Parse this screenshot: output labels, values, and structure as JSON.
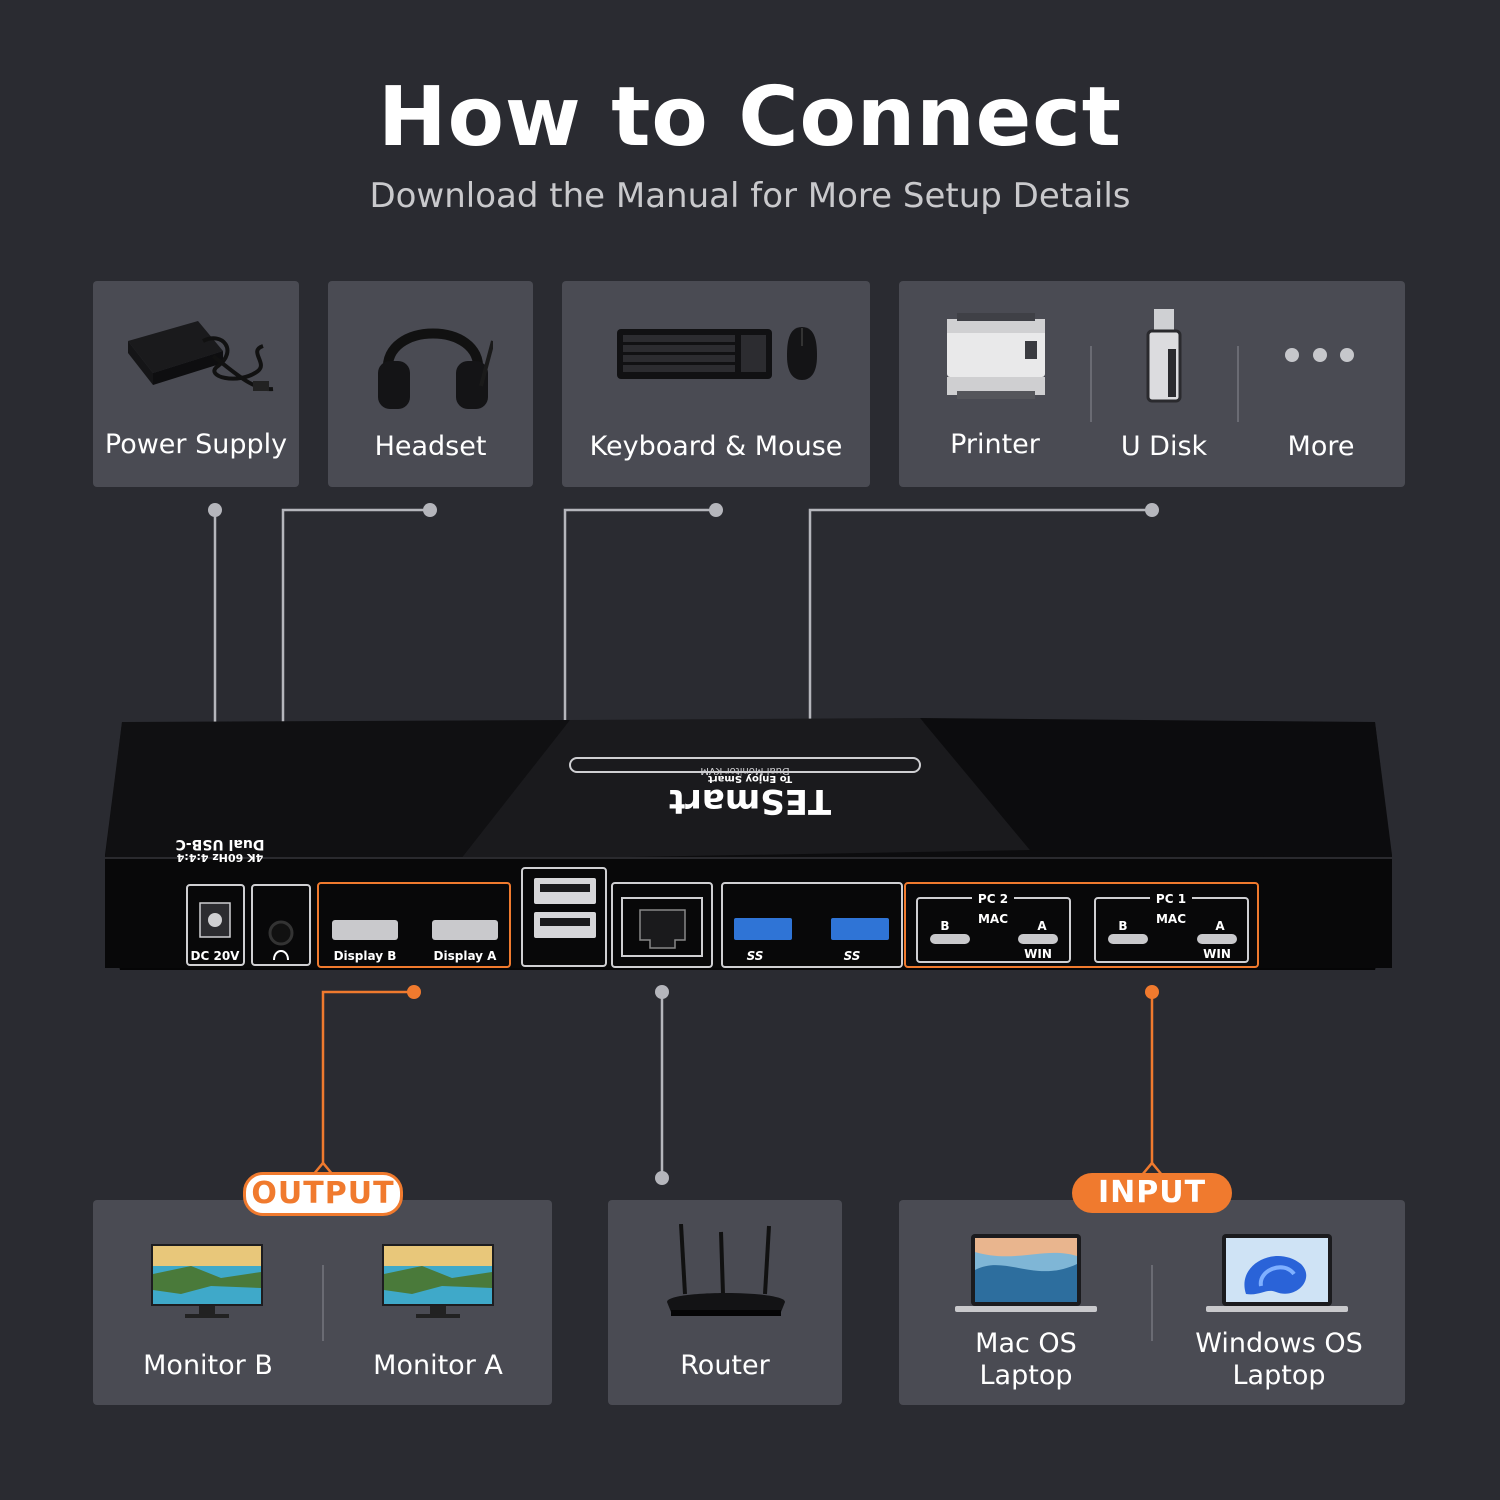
{
  "header": {
    "title": "How to Connect",
    "subtitle": "Download the Manual for More Setup Details"
  },
  "top_cards": {
    "power_supply": "Power Supply",
    "headset": "Headset",
    "keyboard_mouse": "Keyboard & Mouse",
    "printer": "Printer",
    "u_disk": "U Disk",
    "more": "More"
  },
  "device": {
    "brand": "TESmart",
    "tagline": "To Enjoy Smart",
    "model": "Dual Monitor KVM",
    "side_line1": "Dual USB-C",
    "side_line2": "4K 60Hz 4:4:4",
    "ports": {
      "dc": "DC 20V",
      "display_b": "Display B",
      "display_a": "Display A",
      "usb1": "SS",
      "usb2": "SS",
      "pc2": "PC 2",
      "pc1": "PC 1",
      "mac": "MAC",
      "win": "WIN",
      "b": "B",
      "a": "A"
    }
  },
  "bottom": {
    "output_badge": "OUTPUT",
    "input_badge": "INPUT",
    "monitor_b": "Monitor B",
    "monitor_a": "Monitor A",
    "router": "Router",
    "mac_laptop": "Mac OS Laptop",
    "windows_laptop": "Windows OS Laptop"
  },
  "colors": {
    "background": "#2a2b31",
    "card": "#4a4b53",
    "accent": "#f07a2e",
    "connector": "#b5b6bc"
  },
  "icons": [
    "power-adapter-icon",
    "headset-icon",
    "keyboard-icon",
    "mouse-icon",
    "printer-icon",
    "usb-disk-icon",
    "more-dots-icon",
    "monitor-icon",
    "router-icon",
    "laptop-icon"
  ]
}
